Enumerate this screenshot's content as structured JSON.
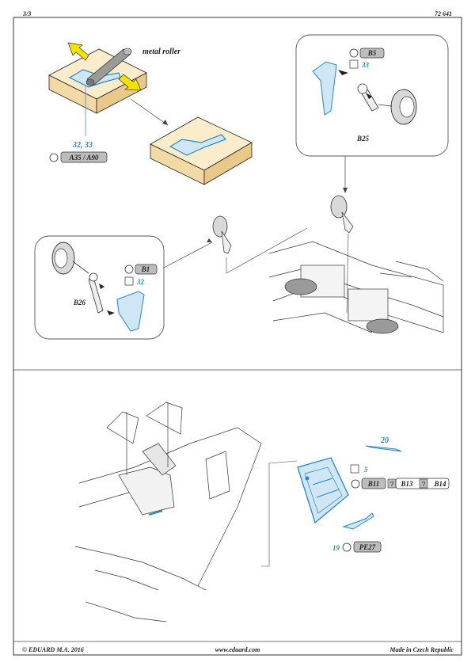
{
  "header": {
    "page_number": "3/3",
    "kit_number": "72 641"
  },
  "footer": {
    "copyright": "© EDUARD  M.A. 2016",
    "website": "www.eduard.com",
    "origin": "Made in Czech Republic"
  },
  "step1": {
    "tool_label": "metal roller",
    "pe_parts": "32, 33",
    "plastic_parts": "A35 / A90"
  },
  "step2": {
    "right_callout": {
      "part": "B5",
      "pe": "33",
      "assembly": "B25"
    },
    "left_callout": {
      "part": "B1",
      "pe": "32",
      "assembly": "B26"
    }
  },
  "step3": {
    "pe_top": "20",
    "pe_mid": "5",
    "remove_1": "B11",
    "remove_2": "B13",
    "remove_3": "B14",
    "pe_bottom": "19",
    "pe_replace": "PE27"
  },
  "colors": {
    "pe_blue": "#2a86c6",
    "pe_fill": "#cfe6f5",
    "sand": "#f2d9a6",
    "arrow_yellow": "#f2e200",
    "tag_gray": "#bdbdbd"
  },
  "icons": [
    "plastic-part-icon",
    "photo-etch-check-icon",
    "question-mark-icon",
    "arrow-icon"
  ]
}
